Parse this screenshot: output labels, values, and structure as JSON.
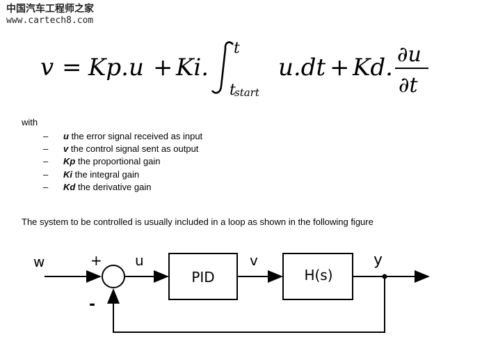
{
  "watermark": {
    "cn_text": "中国汽车工程师之家",
    "url": "www.cartech8.com"
  },
  "formula": {
    "lhs": "v",
    "equals": "=",
    "term1": "Kp.u",
    "plus1": "+",
    "term2": "Ki.",
    "integral_upper": "t",
    "integral_lower": "t",
    "integral_lower_sub": "start",
    "integrand": "u.dt",
    "plus2": "+",
    "term3": "Kd.",
    "numerator": "∂u",
    "denominator": "∂t"
  },
  "with_label": "with",
  "definitions": [
    {
      "dash": "–",
      "symbol": "u",
      "text": " the error signal received as input"
    },
    {
      "dash": "–",
      "symbol": "v",
      "text": " the control signal sent as output"
    },
    {
      "dash": "–",
      "symbol": "Kp",
      "text": " the proportional gain"
    },
    {
      "dash": "–",
      "symbol": "Ki",
      "text": " the integral gain"
    },
    {
      "dash": "–",
      "symbol": "Kd",
      "text": " the derivative gain"
    }
  ],
  "intro_text": "The system to be controlled is usually included in a loop as shown in the following figure",
  "diagram": {
    "input_label": "w",
    "plus_sign": "+",
    "minus_sign": "-",
    "error_label": "u",
    "controller_label": "PID",
    "control_label": "v",
    "plant_label": "H(s)",
    "output_label": "y",
    "line_color": "#000000",
    "background_color": "#ffffff"
  }
}
